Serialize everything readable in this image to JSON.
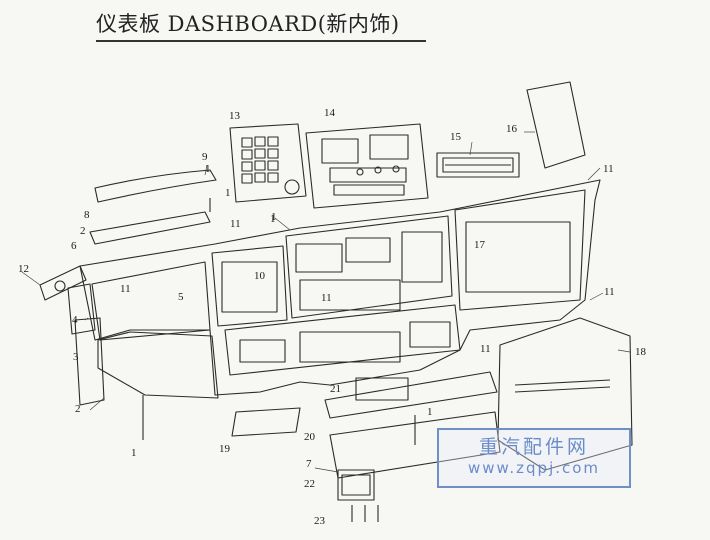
{
  "title": "仪表板 DASHBOARD(新内饰)",
  "watermark": {
    "site_name": "重汽配件网",
    "url": "www.zqpj.com"
  },
  "callouts": [
    "1",
    "1",
    "1",
    "1",
    "1",
    "1",
    "2",
    "2",
    "3",
    "4",
    "5",
    "6",
    "7",
    "8",
    "9",
    "10",
    "11",
    "11",
    "11",
    "11",
    "11",
    "11",
    "12",
    "13",
    "14",
    "15",
    "16",
    "17",
    "18",
    "19",
    "20",
    "21",
    "22",
    "23"
  ],
  "colors": {
    "line": "#2b2b2b",
    "paper": "#f7f7f4",
    "watermark": "#6a8cc9"
  }
}
